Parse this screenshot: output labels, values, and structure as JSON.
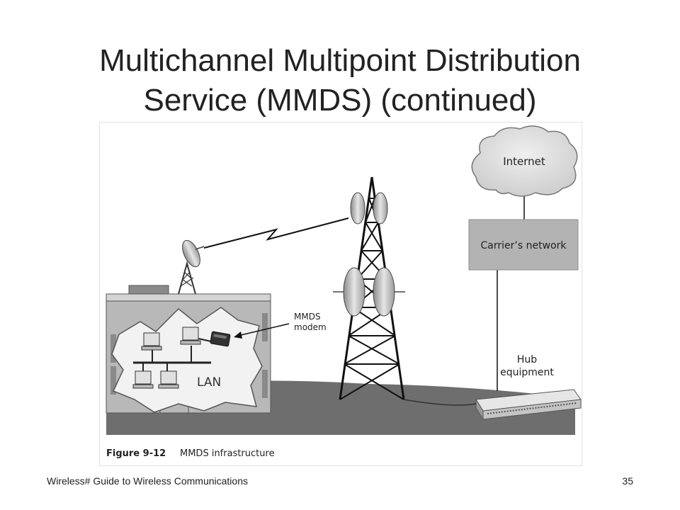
{
  "title": {
    "line1": "Multichannel Multipoint Distribution",
    "line2": "Service (MMDS) (continued)"
  },
  "figure": {
    "labels": {
      "internet": "Internet",
      "carrier_network": "Carrier’s network",
      "hub_line1": "Hub",
      "hub_line2": "equipment",
      "modem_line1": "MMDS",
      "modem_line2": "modem",
      "lan": "LAN"
    },
    "caption": {
      "number": "Figure 9-12",
      "text": "MMDS infrastructure"
    }
  },
  "footer": {
    "left": "Wireless# Guide to Wireless Communications",
    "page_number": "35"
  }
}
